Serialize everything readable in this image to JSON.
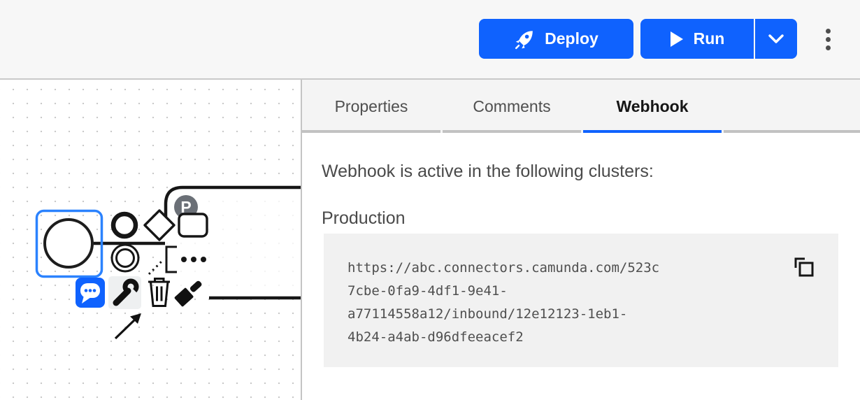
{
  "header": {
    "deploy_button": "Deploy",
    "run_button": "Run"
  },
  "tabs": {
    "properties": "Properties",
    "comments": "Comments",
    "webhook": "Webhook",
    "active_tab": "Webhook"
  },
  "webhook_panel": {
    "intro": "Webhook is active in the following clusters:",
    "cluster": "Production",
    "url": "https://abc.connectors.camunda.com/523c7cbe-0fa9-4df1-9e41-a77114558a12/inbound/12e12123-1eb1-4b24-a4ab-d96dfeeacef2",
    "url_lines": [
      "https://abc.connectors.camunda.com/523c",
      "7cbe-0fa9-4df1-9e41-",
      "a77114558a12/inbound/12e12123-1eb1-",
      "4b24-a4ab-d96dfeeacef2"
    ]
  },
  "canvas": {
    "connector_badge_letter": "P"
  },
  "icons": {
    "deploy": "rocket-icon",
    "run": "play-icon",
    "run_more": "chevron-down-icon",
    "header_menu": "overflow-menu-icon",
    "copy_url": "copy-icon",
    "context_pad": [
      "append-end-event-icon",
      "append-gateway-icon",
      "append-task-icon",
      "append-intermediate-event-icon",
      "append-text-annotation-icon",
      "more-options-icon",
      "comment-icon",
      "change-element-icon",
      "delete-icon",
      "set-color-icon",
      "connect-icon"
    ]
  },
  "colors": {
    "primary_blue": "#0f62fe",
    "selection_blue": "#2b82fe",
    "header_bg": "#f7f7f7",
    "tab_bg": "#f4f4f4",
    "tab_underline_inactive": "#c2c2c2",
    "code_block_bg": "#f1f1f1",
    "shape_stroke": "#161616"
  }
}
